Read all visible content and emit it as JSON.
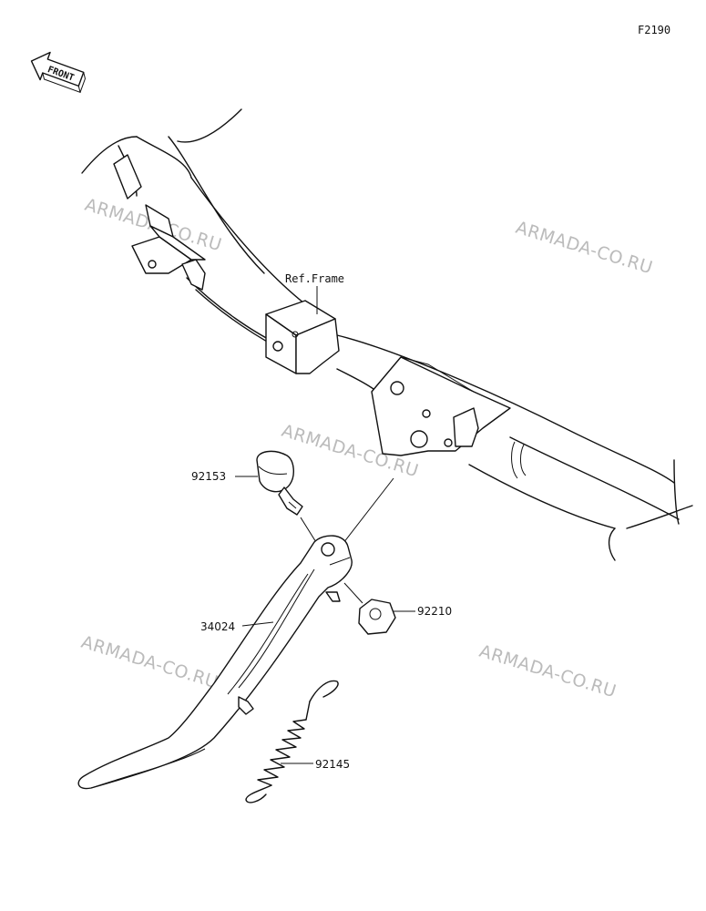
{
  "diagram_code": "F2190",
  "front_marker": "FRONT",
  "reference_label": "Ref.Frame",
  "watermark": "ARMADA-CO.RU",
  "parts": {
    "bolt": "92153",
    "nut": "92210",
    "side_stand": "34024",
    "spring": "92145"
  }
}
